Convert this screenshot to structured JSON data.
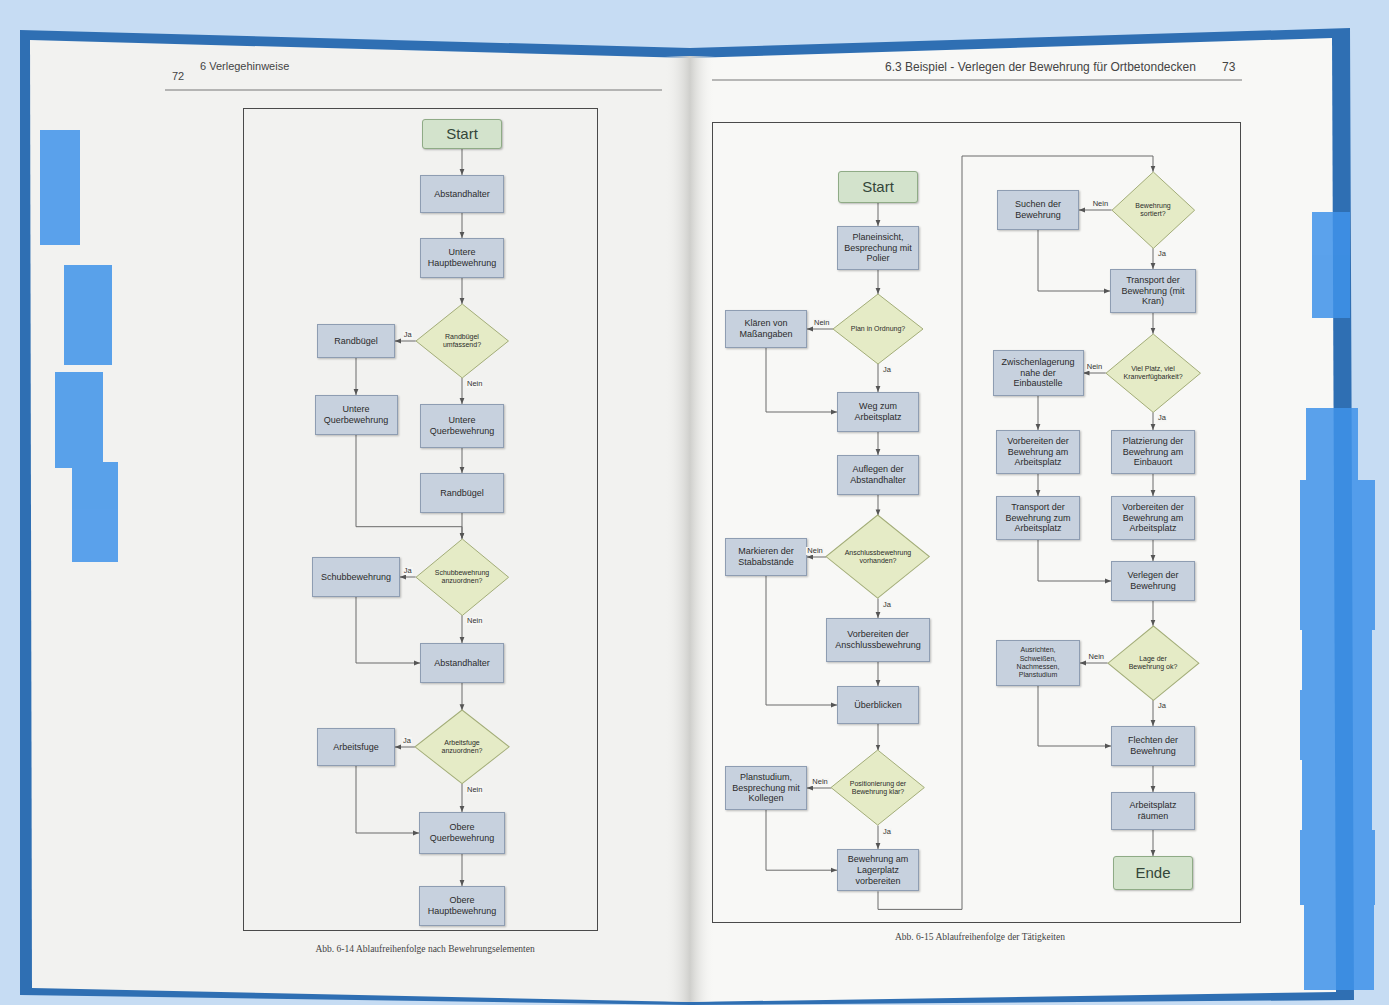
{
  "diagram": {
    "nodes": [
      {
        "text": [
          "Start"
        ]
      },
      {
        "text": [
          "Abstandhalter"
        ]
      },
      {
        "text": [
          "Untere Hauptbewehrung"
        ]
      },
      {
        "text": [
          "Randbügel umfassend?"
        ]
      },
      {
        "text": [
          "Randbügel"
        ]
      },
      {
        "text": [
          "Untere Querbewehrung"
        ]
      },
      {
        "text": [
          "Untere Querbewehrung"
        ]
      },
      {
        "text": [
          "Randbügel"
        ]
      },
      {
        "text": [
          "Schubbewehrung anzuordnen?"
        ]
      },
      {
        "text": [
          "Schubbewehrung"
        ]
      },
      {
        "text": [
          "Abstandhalter"
        ]
      },
      {
        "text": [
          "Arbeitsfuge anzuordnen?"
        ]
      },
      {
        "text": [
          "Arbeitsfuge"
        ]
      },
      {
        "text": [
          "Obere Querbewehrung"
        ]
      },
      {
        "text": [
          "Obere Hauptbewehrung"
        ]
      },
      {
        "text": [
          "Start"
        ]
      },
      {
        "text": [
          "Planeinsicht, Besprechung mit Polier"
        ]
      },
      {
        "text": [
          "Plan in Ordnung?"
        ]
      },
      {
        "text": [
          "Klären von Maßangaben"
        ]
      },
      {
        "text": [
          "Weg zum Arbeitsplatz"
        ]
      },
      {
        "text": [
          "Auflegen der Abstandhalter"
        ]
      },
      {
        "text": [
          "Anschlussbewehrung vorhanden?"
        ]
      },
      {
        "text": [
          "Markieren der Stababstände"
        ]
      },
      {
        "text": [
          "Vorbereiten der Anschlussbewehrung"
        ]
      },
      {
        "text": [
          "Überblicken"
        ]
      },
      {
        "text": [
          "Positionierung der Bewehrung klar?"
        ]
      },
      {
        "text": [
          "Planstudium, Besprechung mit Kollegen"
        ]
      },
      {
        "text": [
          "Bewehrung am Lagerplatz vorbereiten"
        ]
      },
      {
        "text": [
          "Bewehrung sortiert?"
        ]
      },
      {
        "text": [
          "Suchen der Bewehrung"
        ]
      },
      {
        "text": [
          "Transport der Bewehrung (mit Kran)"
        ]
      },
      {
        "text": [
          "Viel Platz, viel Kranverfügbarkeit?"
        ]
      },
      {
        "text": [
          "Zwischenlagerung nahe der Einbaustelle"
        ]
      },
      {
        "text": [
          "Platzierung der Bewehrung am Einbauort"
        ]
      },
      {
        "text": [
          "Vorbereiten der Bewehrung am Arbeitsplatz"
        ]
      },
      {
        "text": [
          "Vorbereiten der Bewehrung am Arbeitsplatz"
        ]
      },
      {
        "text": [
          "Transport der Bewehrung zum Arbeitsplatz"
        ]
      },
      {
        "text": [
          "Verlegen der Bewehrung"
        ]
      },
      {
        "text": [
          "Lage der Bewehrung ok?"
        ]
      },
      {
        "text": [
          "Ausrichten, Schweißen, Nachmessen, Planstudium"
        ]
      },
      {
        "text": [
          "Flechten der Bewehrung"
        ]
      },
      {
        "text": [
          "Arbeitsplatz räumen"
        ]
      },
      {
        "text": [
          "Ende"
        ]
      }
    ],
    "edges": [
      {
        "from": 0,
        "to": 1,
        "arrow": "to"
      },
      {
        "from": 1,
        "to": 2,
        "arrow": "to"
      },
      {
        "from": 2,
        "to": 3,
        "arrow": "to"
      },
      {
        "from": 3,
        "to": 4,
        "label": "Ja",
        "arrow": "to"
      },
      {
        "from": 3,
        "to": 6,
        "label": "Nein",
        "arrow": "to"
      },
      {
        "from": 4,
        "to": 5,
        "arrow": "to"
      },
      {
        "from": 6,
        "to": 7,
        "arrow": "to"
      },
      {
        "from": 5,
        "to": 8,
        "arrow": "to"
      },
      {
        "from": 7,
        "to": 8,
        "arrow": "to"
      },
      {
        "from": 8,
        "to": 9,
        "label": "Ja",
        "arrow": "to"
      },
      {
        "from": 8,
        "to": 10,
        "label": "Nein",
        "arrow": "to"
      },
      {
        "from": 9,
        "to": 10,
        "arrow": "to"
      },
      {
        "from": 10,
        "to": 11,
        "arrow": "to"
      },
      {
        "from": 11,
        "to": 12,
        "label": "Ja",
        "arrow": "to"
      },
      {
        "from": 11,
        "to": 13,
        "label": "Nein",
        "arrow": "to"
      },
      {
        "from": 12,
        "to": 13,
        "arrow": "to"
      },
      {
        "from": 13,
        "to": 14,
        "arrow": "to"
      },
      {
        "from": 15,
        "to": 16,
        "arrow": "to"
      },
      {
        "from": 16,
        "to": 17,
        "arrow": "to"
      },
      {
        "from": 17,
        "to": 18,
        "label": "Nein",
        "arrow": "to"
      },
      {
        "from": 17,
        "to": 19,
        "label": "Ja",
        "arrow": "to"
      },
      {
        "from": 18,
        "to": 19,
        "arrow": "to"
      },
      {
        "from": 19,
        "to": 20,
        "arrow": "to"
      },
      {
        "from": 20,
        "to": 21,
        "arrow": "to"
      },
      {
        "from": 21,
        "to": 22,
        "label": "Nein",
        "arrow": "to"
      },
      {
        "from": 21,
        "to": 23,
        "label": "Ja",
        "arrow": "to"
      },
      {
        "from": 22,
        "to": 24,
        "arrow": "to"
      },
      {
        "from": 23,
        "to": 24,
        "arrow": "to"
      },
      {
        "from": 24,
        "to": 25,
        "arrow": "to"
      },
      {
        "from": 25,
        "to": 26,
        "label": "Nein",
        "arrow": "to"
      },
      {
        "from": 25,
        "to": 27,
        "label": "Ja",
        "arrow": "to"
      },
      {
        "from": 26,
        "to": 27,
        "arrow": "to"
      },
      {
        "from": 27,
        "to": 28,
        "arrow": "to"
      },
      {
        "from": 28,
        "to": 29,
        "label": "Nein",
        "arrow": "to"
      },
      {
        "from": 28,
        "to": 30,
        "label": "Ja",
        "arrow": "to"
      },
      {
        "from": 29,
        "to": 30,
        "arrow": "to"
      },
      {
        "from": 30,
        "to": 31,
        "arrow": "to"
      },
      {
        "from": 31,
        "to": 32,
        "label": "Nein",
        "arrow": "to"
      },
      {
        "from": 31,
        "to": 33,
        "label": "Ja",
        "arrow": "to"
      },
      {
        "from": 32,
        "to": 34,
        "arrow": "to"
      },
      {
        "from": 34,
        "to": 36,
        "arrow": "to"
      },
      {
        "from": 33,
        "to": 35,
        "arrow": "to"
      },
      {
        "from": 35,
        "to": 37,
        "arrow": "to"
      },
      {
        "from": 36,
        "to": 37,
        "arrow": "to"
      },
      {
        "from": 37,
        "to": 38,
        "arrow": "to"
      },
      {
        "from": 38,
        "to": 39,
        "label": "Nein",
        "arrow": "to"
      },
      {
        "from": 38,
        "to": 40,
        "label": "Ja",
        "arrow": "to"
      },
      {
        "from": 39,
        "to": 40,
        "arrow": "to"
      },
      {
        "from": 40,
        "to": 41,
        "arrow": "to"
      },
      {
        "from": 41,
        "to": 42,
        "arrow": "to"
      }
    ],
    "labels": [
      "72",
      "6 Verlegehinweise",
      "6.3 Beispiel - Verlegen der Bewehrung für Ortbetondecken",
      "73",
      "Abb. 6-14 Ablaufreihenfolge nach Bewehrungselementen",
      "Abb. 6-15 Ablaufreihenfolge der Tätigkeiten"
    ]
  }
}
